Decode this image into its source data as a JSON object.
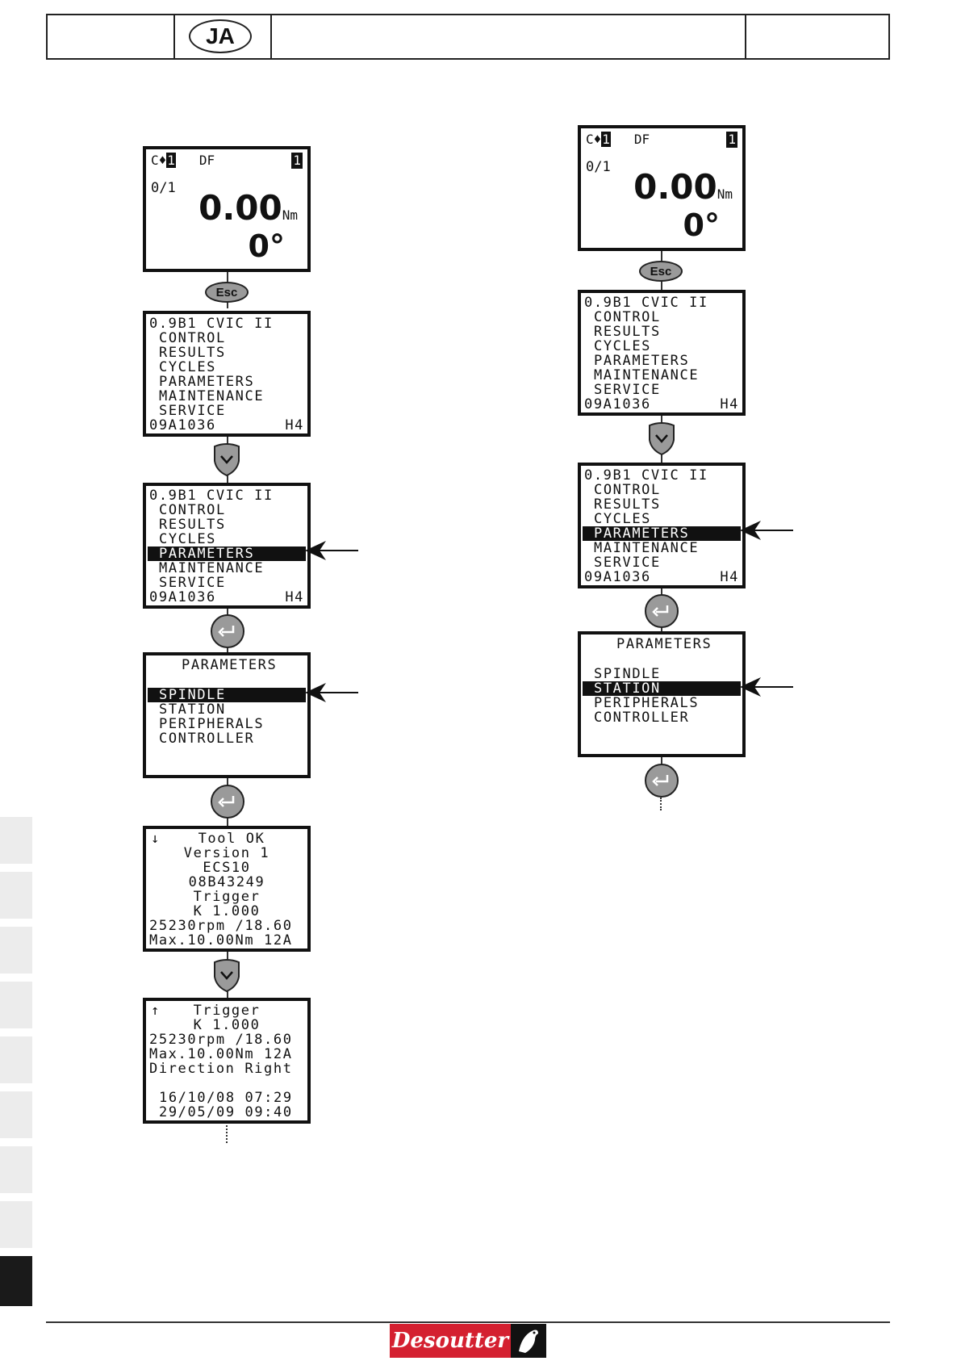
{
  "header": {
    "lang_code": "JA"
  },
  "buttons": {
    "esc": "Esc"
  },
  "logo": {
    "brand": "Desoutter"
  },
  "colors": {
    "screen_border": "#111111",
    "button_fill": "#9a9a9a",
    "logo_red": "#d42030",
    "sidetab_light": "#ececec",
    "sidetab_dark": "#1a1a1a"
  },
  "status_screen": {
    "cycle": "C",
    "cycle_num": "1",
    "mode": "DF",
    "tag": "1",
    "count": "0/1",
    "torque": "0.00",
    "torque_unit": "Nm",
    "angle": "0°"
  },
  "main_menu": {
    "lines": [
      "0.9B1 CVIC II",
      "CONTROL",
      "RESULTS",
      "CYCLES",
      "PARAMETERS",
      "MAINTENANCE",
      "SERVICE"
    ],
    "footer_left": "09A1036",
    "footer_right": "H4"
  },
  "parameters_menu": {
    "title": "PARAMETERS",
    "items": [
      "SPINDLE",
      "STATION",
      "PERIPHERALS",
      "CONTROLLER"
    ]
  },
  "tool_screen_1": {
    "lines": [
      "Tool OK",
      "Version 1",
      "ECS10",
      "08B43249",
      "Trigger",
      "K 1.000",
      "25230rpm /18.60",
      "Max.10.00Nm 12A"
    ]
  },
  "tool_screen_2": {
    "lines": [
      "Trigger",
      "K 1.000",
      "25230rpm /18.60",
      "Max.10.00Nm 12A",
      "Direction Right",
      "",
      "16/10/08 07:29",
      "29/05/09 09:40"
    ]
  },
  "scroll_indicators": {
    "down": "↓",
    "up": "↑"
  }
}
